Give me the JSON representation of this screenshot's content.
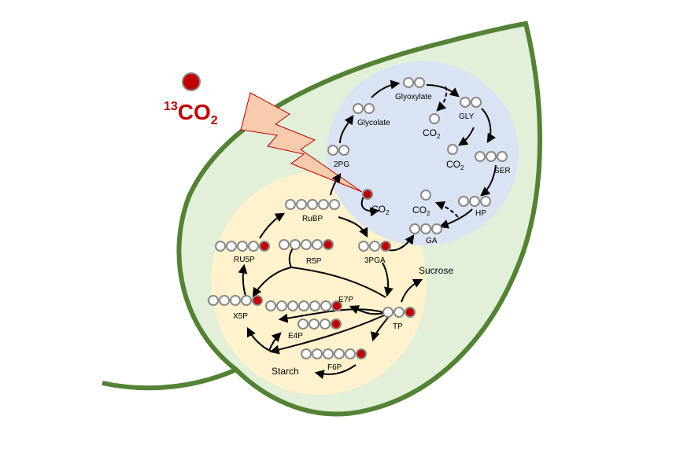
{
  "isotope": {
    "mass_number": "13",
    "formula": "CO",
    "subscript": "2"
  },
  "colors": {
    "leaf_fill": "#e2efd9",
    "leaf_stroke": "#548235",
    "chloroplast": "#fff2cc",
    "peroxisome": "#dae3f3",
    "label_carbon": "#c00000",
    "unlabeled_carbon": "#ffffff",
    "lightning": "#f8cbad",
    "lightning_stroke": "#c00000"
  },
  "calvin_cycle": {
    "co2": {
      "text": "CO",
      "sub": "2"
    },
    "rubp": "RuBP",
    "pga3": "3PGA",
    "tp": "TP",
    "sucrose": "Sucrose",
    "ru5p": "RU5P",
    "r5p": "R5P",
    "x5p": "X5P",
    "e7p": "E7P",
    "e4p": "E4P",
    "f6p": "F6P",
    "starch": "Starch"
  },
  "photorespiration": {
    "pg2": "2PG",
    "glycolate": "Glycolate",
    "glyoxylate": "Glyoxylate",
    "gly": "GLY",
    "ser": "SER",
    "hp": "HP",
    "ga": "GA",
    "co2_a": {
      "text": "CO",
      "sub": "2"
    },
    "co2_b": {
      "text": "CO",
      "sub": "2"
    },
    "co2_c": {
      "text": "CO",
      "sub": "2"
    }
  }
}
